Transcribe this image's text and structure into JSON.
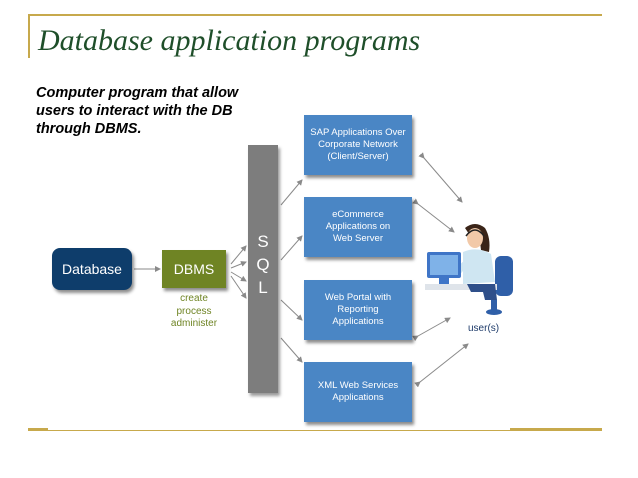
{
  "title": "Database application programs",
  "description": "Computer program that allow users to interact with the DB through DBMS.",
  "database_label": "Database",
  "dbms": {
    "label": "DBMS",
    "sub": [
      "create",
      "process",
      "administer"
    ]
  },
  "sql_letters": [
    "S",
    "Q",
    "L"
  ],
  "services": [
    {
      "lines": [
        "SAP Applications Over",
        "Corporate Network",
        "(Client/Server)"
      ]
    },
    {
      "lines": [
        "eCommerce",
        "Applications on",
        "Web Server"
      ]
    },
    {
      "lines": [
        "Web Portal with",
        "Reporting",
        "Applications"
      ]
    },
    {
      "lines": [
        "XML Web Services",
        "Applications"
      ]
    }
  ],
  "user_label": "user(s)",
  "colors": {
    "rule": "#c7a94c",
    "title": "#1f4f2a",
    "database": "#0e3d6b",
    "dbms": "#6f8424",
    "sql_bar": "#7d7d7d",
    "service_box": "#4a86c5"
  }
}
